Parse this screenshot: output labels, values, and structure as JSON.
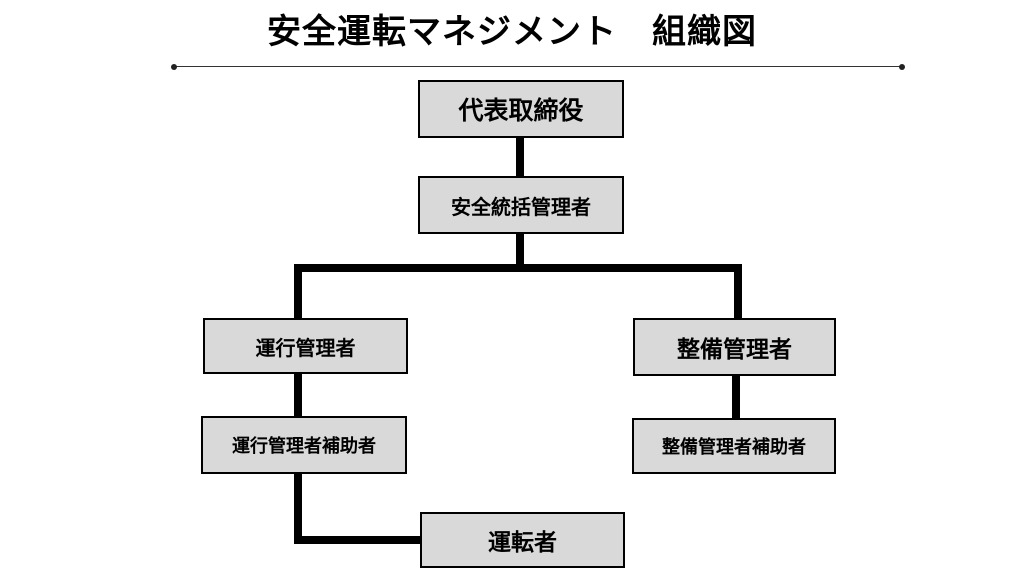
{
  "title": "安全運転マネジメント　組織図",
  "colors": {
    "box_fill": "#d9d9d9",
    "border": "#000000",
    "line": "#000000"
  },
  "nodes": {
    "ceo": "代表取締役",
    "safety_manager": "安全統括管理者",
    "operations_manager": "運行管理者",
    "maintenance_manager": "整備管理者",
    "operations_assistant": "運行管理者補助者",
    "maintenance_assistant": "整備管理者補助者",
    "driver": "運転者"
  }
}
